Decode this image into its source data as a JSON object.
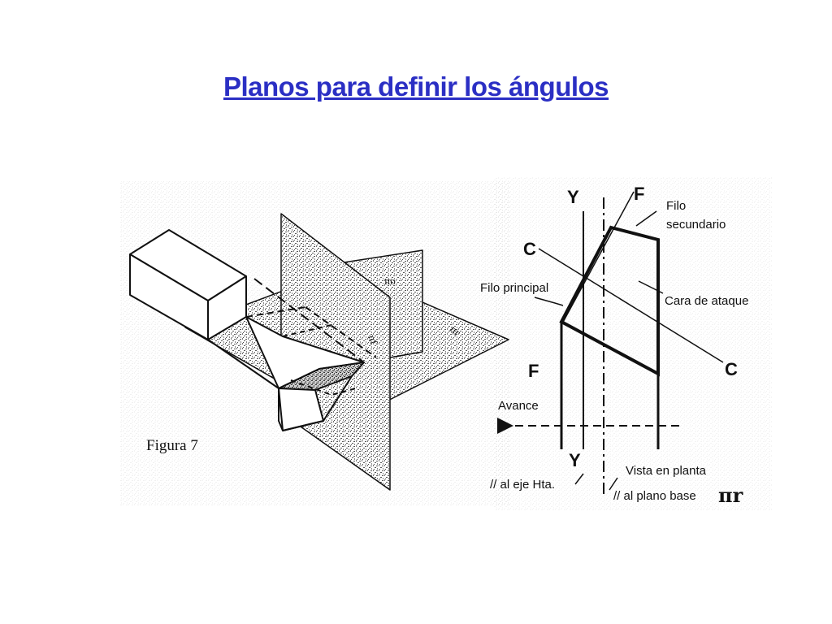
{
  "title": "Planos para definir los ángulos",
  "colors": {
    "title": "#2b2fc4",
    "ink": "#111111",
    "texture": "#6a6a6a"
  },
  "left_figure": {
    "caption": "Figura 7",
    "planes": {
      "pi_o": "πo",
      "pi_f": "πf",
      "pi_r": "πr"
    }
  },
  "right_figure": {
    "axis_y_top": "Y",
    "axis_y_bottom": "Y",
    "line_f_top": "F",
    "line_f_bottom": "F",
    "line_c_left": "C",
    "line_c_right": "C",
    "filo_secundario_1": "Filo",
    "filo_secundario_2": "secundario",
    "filo_principal": "Filo principal",
    "cara_de_ataque": "Cara de ataque",
    "avance": "Avance",
    "eje_hta": "// al eje Hta.",
    "vista_en_planta": "Vista en planta",
    "plano_base": "// al plano base",
    "pi_r": "πr"
  }
}
